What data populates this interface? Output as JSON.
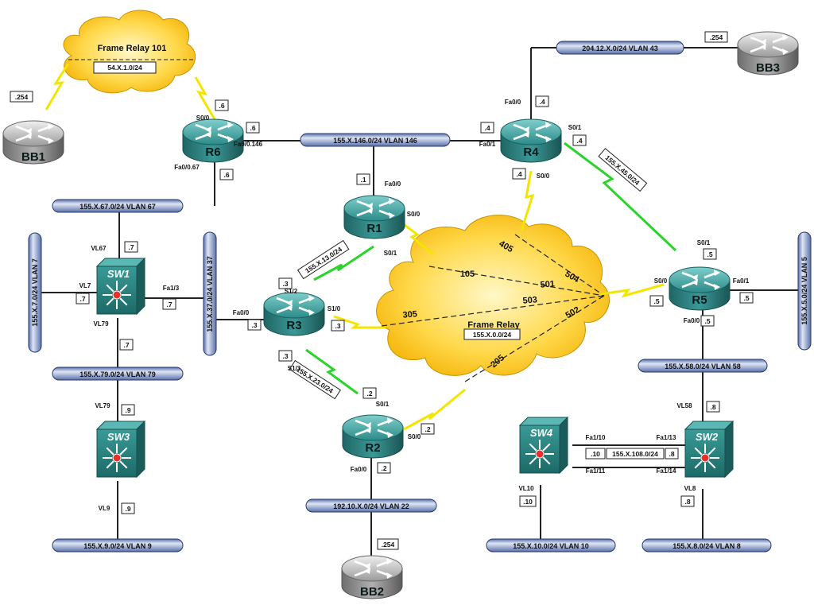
{
  "clouds": {
    "fr101": {
      "title": "Frame Relay 101",
      "subnet": "54.X.1.0/24"
    },
    "fr_main": {
      "title": "Frame Relay",
      "subnet": "155.X.0.0/24"
    }
  },
  "segments": {
    "vlan146": "155.X.146.0/24 VLAN 146",
    "vlan67": "155.X.67.0/24 VLAN 67",
    "vlan43": "204.12.X.0/24 VLAN 43",
    "vlan7": "155.X.7.0/24 VLAN 7",
    "vlan37": "155.X.37.0/24 VLAN 37",
    "vlan79": "155.X.79.0/24 VLAN 79",
    "vlan9": "155.X.9.0/24 VLAN 9",
    "vlan22": "192.10.X.0/24 VLAN 22",
    "vlan5": "155.X.5.0/24 VLAN 5",
    "vlan58": "155.X.58.0/24 VLAN 58",
    "vlan10": "155.X.10.0/24 VLAN 10",
    "vlan8": "155.X.8.0/24 VLAN 8"
  },
  "serial_links": {
    "r1r3": "155.X.13.0/24",
    "r2r3": "155.X.23.0/24",
    "r4r5": "155.X.45.0/24",
    "sw4sw2": "155.X.108.0/24"
  },
  "devices": {
    "r1": "R1",
    "r2": "R2",
    "r3": "R3",
    "r4": "R4",
    "r5": "R5",
    "r6": "R6",
    "bb1": "BB1",
    "bb2": "BB2",
    "bb3": "BB3",
    "sw1": "SW1",
    "sw2": "SW2",
    "sw3": "SW3",
    "sw4": "SW4"
  },
  "dlcis": [
    "105",
    "501",
    "504",
    "405",
    "503",
    "305",
    "502",
    "205"
  ],
  "interfaces": {
    "r6_s00": "S0/0",
    "r6_fa0146": "Fa0/0.146",
    "r6_fa067": "Fa0/0.67",
    "r4_fa00": "Fa0/0",
    "r4_s01": "S0/1",
    "r4_fa01": "Fa0/1",
    "r4_s00": "S0/0",
    "r1_fa00": "Fa0/0",
    "r1_s00": "S0/0",
    "r1_s01": "S0/1",
    "r5_s01": "S0/1",
    "r5_s00": "S0/0",
    "r5_fa01": "Fa0/1",
    "r5_fa00": "Fa0/0",
    "r3_s12": "S1/2",
    "r3_fa00": "Fa0/0",
    "r3_s10": "S1/0",
    "r3_s13": "S1/3",
    "r2_s01": "S0/1",
    "r2_s00": "S0/0",
    "r2_fa00": "Fa0/0",
    "sw1_vl67": "VL67",
    "sw1_vl7": "VL7",
    "sw1_fa13": "Fa1/3",
    "sw1_vl79": "VL79",
    "sw3_vl79": "VL79",
    "sw3_vl9": "VL9",
    "sw2_vl58": "VL58",
    "sw2_fa113": "Fa1/13",
    "sw2_fa114": "Fa1/14",
    "sw2_vl8": "VL8",
    "sw4_fa110": "Fa1/10",
    "sw4_fa111": "Fa1/11",
    "sw4_vl10": "VL10"
  },
  "addresses": {
    "bb1": ".254",
    "r6_s00": ".6",
    "r6_fa0146": ".6",
    "r6_fa067": ".6",
    "bb3": ".254",
    "r4_fa00": ".4",
    "r4_fa01": ".4",
    "r4_s01": ".4",
    "r4_s00": ".4",
    "r1_fa00": ".1",
    "r5_s01": ".5",
    "r5_s00": ".5",
    "r5_fa01": ".5",
    "r5_fa00": ".5",
    "sw1_vl67": ".7",
    "sw1_vl7": ".7",
    "sw1_fa13": ".7",
    "sw1_vl79": ".7",
    "r3_s12": ".3",
    "r3_fa00": ".3",
    "r3_s10": ".3",
    "r3_s13": ".3",
    "sw3_vl79": ".9",
    "sw3_vl9": ".9",
    "r2_s01": ".2",
    "r2_s00": ".2",
    "r2_fa00": ".2",
    "bb2": ".254",
    "sw2_vl58": ".8",
    "sw2_vl8": ".8",
    "sw4_vl10": ".10",
    "sw4_p2p": ".10",
    "sw2_p2p": ".8"
  }
}
